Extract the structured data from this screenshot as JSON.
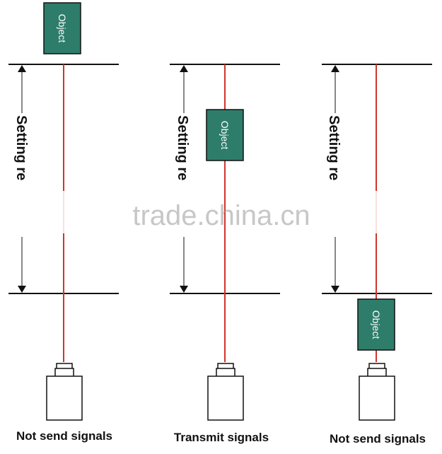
{
  "watermark": "trade.china.cn",
  "colors": {
    "beam": "#d0342c",
    "object_fill": "#2e7d6b",
    "object_stroke": "#111111",
    "line": "#111111"
  },
  "panels": [
    {
      "object_label": "Object",
      "range_label": "Setting re",
      "caption": "Not send signals"
    },
    {
      "object_label": "Object",
      "range_label": "Setting re",
      "caption": "Transmit signals"
    },
    {
      "object_label": "Object",
      "range_label": "Setting re",
      "caption": "Not send signals"
    }
  ]
}
